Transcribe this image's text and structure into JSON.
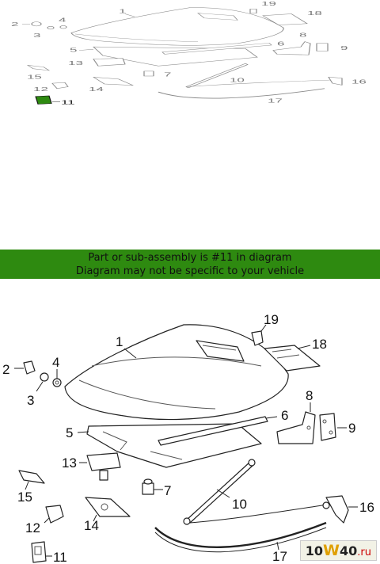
{
  "banner": {
    "line1": "Part or sub-assembly is #11 in diagram",
    "line2": "Diagram may not be specific to your vehicle"
  },
  "highlight_color": "#2e8a10",
  "highlighted_part": "11",
  "callouts": {
    "p1": "1",
    "p2": "2",
    "p3": "3",
    "p4": "4",
    "p5": "5",
    "p6": "6",
    "p7": "7",
    "p8": "8",
    "p9": "9",
    "p10": "10",
    "p11": "11",
    "p12": "12",
    "p13": "13",
    "p14": "14",
    "p15": "15",
    "p16": "16",
    "p17": "17",
    "p18": "18",
    "p19": "19"
  },
  "watermark": {
    "prefix": "10",
    "accent": "W",
    "suffix": "40",
    "tld": ".ru"
  }
}
